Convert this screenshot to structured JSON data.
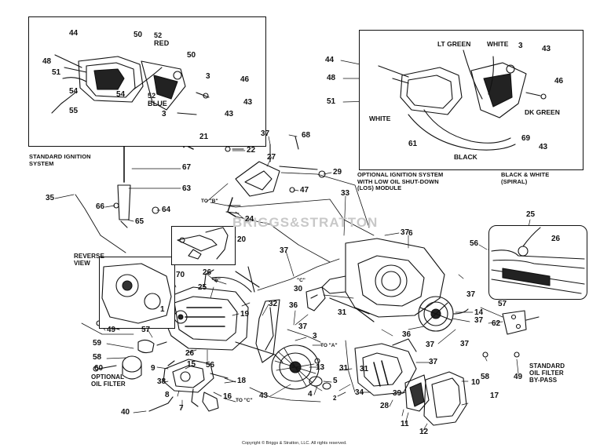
{
  "watermark": "BRIGGS&STRATTON",
  "copyright": "Copyright © Briggs & Stratton, LLC. All rights reserved.",
  "boxes": {
    "standard_ignition": {
      "caption": "STANDARD IGNITION\nSYSTEM",
      "labels": {
        "p44": "44",
        "p48": "48",
        "p50a": "50",
        "p52red": "52\nRED",
        "p50b": "50",
        "p51": "51",
        "p3a": "3",
        "p46": "46",
        "p54a": "54",
        "p54b": "54",
        "p52blue": "52\nBLUE",
        "p43a": "43",
        "p55": "55",
        "p3b": "3",
        "p43b": "43"
      }
    },
    "optional_ignition": {
      "caption": "OPTIONAL IGNITION SYSTEM\nWITH LOW OIL SHUT-DOWN\n(LOS) MODULE",
      "caption2": "BLACK & WHITE\n(SPIRAL)",
      "labels": {
        "ltgreen": "LT GREEN",
        "white1": "WHITE",
        "p3": "3",
        "p43a": "43",
        "p44": "44",
        "p48": "48",
        "p46": "46",
        "p51": "51",
        "white2": "WHITE",
        "dkgreen": "DK GREEN",
        "p69": "69",
        "p61": "61",
        "p43b": "43",
        "black": "BLACK"
      }
    },
    "reverse_view": {
      "caption": "REVERSE\nVIEW"
    },
    "governor_box": {
      "labels": {
        "p20": "20"
      }
    },
    "bypass_box": {
      "labels": {
        "p25": "25",
        "p26": "26",
        "p56": "56"
      }
    }
  },
  "callouts": {
    "p21": "21",
    "p67": "67",
    "p37a": "37",
    "p68": "68",
    "p22": "22",
    "p27": "27",
    "p29": "29",
    "p47": "47",
    "p63": "63",
    "p35": "35",
    "p66": "66",
    "p64": "64",
    "p65": "65",
    "p24": "24",
    "to_b": "TO \"B\"",
    "p33": "33",
    "p37b": "37",
    "p6": "6",
    "p37c": "37",
    "p70": "70",
    "p26a": "26",
    "b_q": "\"B\"",
    "p25": "25",
    "c_q": "\"C\"",
    "p30": "30",
    "p37d": "37",
    "p1": "1",
    "p19": "19",
    "p32": "32",
    "p36a": "36",
    "p31a": "31",
    "p37e": "37",
    "p57a": "57",
    "p49a": "49",
    "p3": "3",
    "to_a": "TO \"A\"",
    "p36b": "36",
    "p37f": "37",
    "p59": "59",
    "p58a": "58",
    "p60": "60",
    "opt_oil": "OPTIONAL\nOIL FILTER",
    "p9": "9",
    "p15": "15",
    "p26b": "26",
    "p56": "56",
    "p18": "18",
    "p38": "38",
    "p8": "8",
    "p7": "7",
    "p16": "16",
    "to_c": "TO \"C\"",
    "p43c": "43",
    "p13": "13",
    "p5": "5",
    "p4": "4",
    "p2": "2",
    "p31b": "31",
    "p31c": "31",
    "p37g": "37",
    "p34": "34",
    "p39": "39",
    "p10": "10",
    "p28": "28",
    "p11": "11",
    "p12": "12",
    "p17": "17",
    "p40": "40",
    "p14": "14",
    "p37h": "37",
    "p37i": "37",
    "p57b": "57",
    "p62": "62",
    "p58b": "58",
    "p49b": "49",
    "std_oil": "STANDARD\nOIL FILTER\nBY-PASS"
  }
}
